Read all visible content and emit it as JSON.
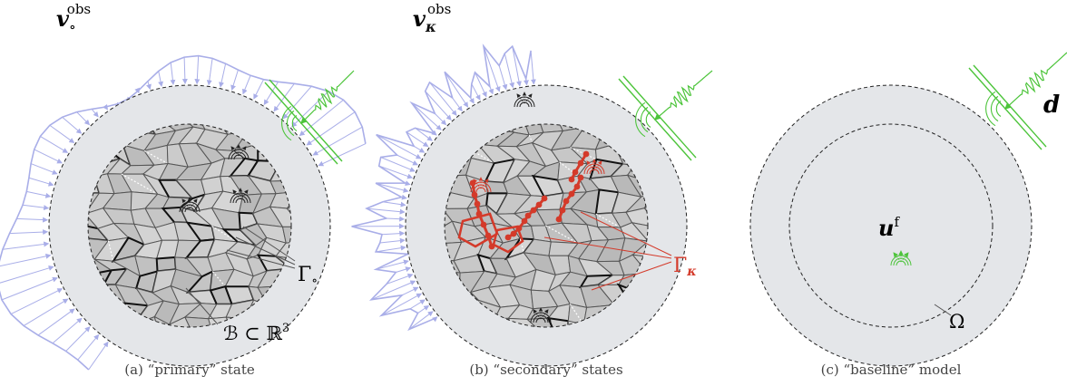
{
  "panels": [
    {
      "caption": "(a) “primary” state",
      "velocity_symbol": "v",
      "velocity_subscript": "∘",
      "velocity_superscript": "obs",
      "interface_label": "Γ",
      "interface_subscript": "∘",
      "domain_label": "ℬ ⊂ ℝ",
      "domain_superscript": "3"
    },
    {
      "caption": "(b) “secondary” states",
      "velocity_symbol": "v",
      "velocity_subscript": "κ",
      "velocity_superscript": "obs",
      "interface_label": "Γ",
      "interface_subscript": "κ"
    },
    {
      "caption": "(c) “baseline” model",
      "field_symbol": "u",
      "field_superscript": "f",
      "source_label": "d",
      "domain_label": "Ω"
    }
  ],
  "colors": {
    "velocity_arrows": "#a9aee8",
    "waves": "#4cc43a",
    "cracks": "#d43a2a",
    "disc_fill": "#e4e6e9",
    "grain_fill": "#bdbdbd",
    "grain_edge": "#3a3a3a"
  }
}
